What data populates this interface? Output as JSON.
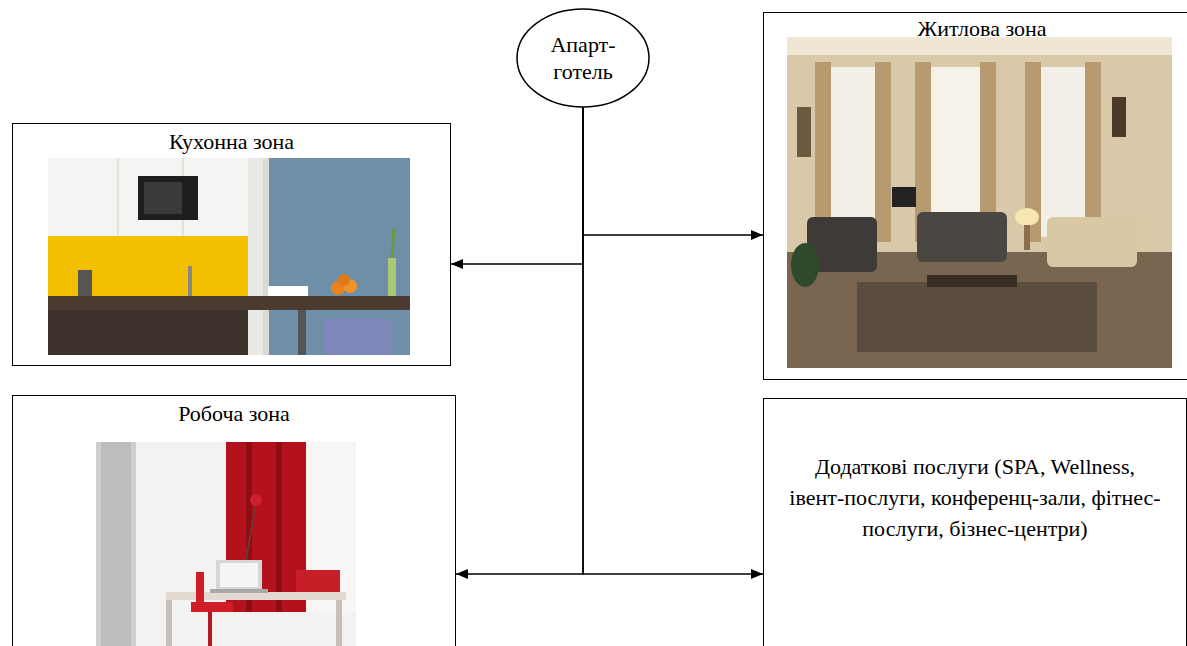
{
  "diagram": {
    "nodes": [
      {
        "text": [
          "Апарт-готель"
        ]
      },
      {
        "text": [
          "Кухонна зона"
        ]
      },
      {
        "text": [
          "Житлова зона"
        ]
      },
      {
        "text": [
          "Робоча зона"
        ]
      },
      {
        "text": [
          "Додаткові послуги (SPA, Wellness, івент-послуги, конференц-зали, фітнес-послуги, бізнес-центри)"
        ]
      }
    ],
    "edges": [
      {
        "from": 0,
        "to": 1,
        "arrow": "to"
      },
      {
        "from": 0,
        "to": 2,
        "arrow": "to"
      },
      {
        "from": 0,
        "to": 3,
        "arrow": "to"
      },
      {
        "from": 0,
        "to": 4,
        "arrow": "to"
      }
    ]
  }
}
